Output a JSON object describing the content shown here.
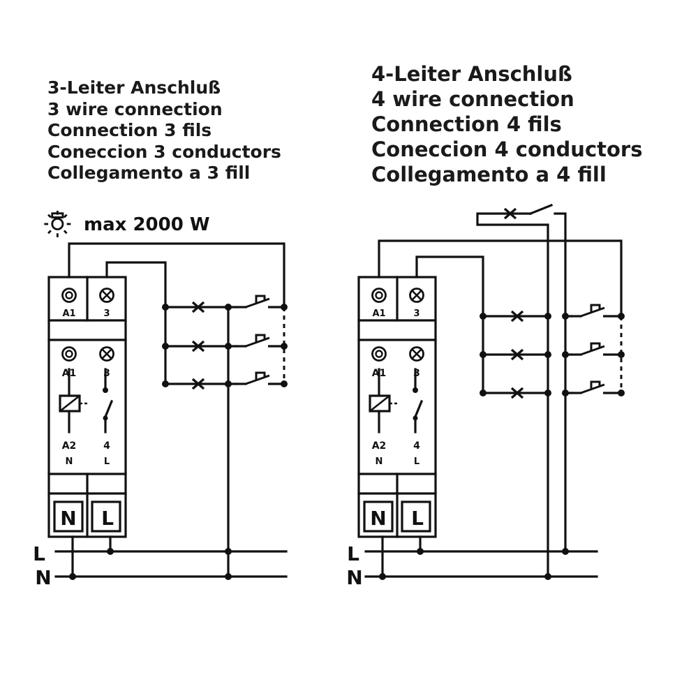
{
  "left_diagram": {
    "titles": [
      "3-Leiter Anschluß",
      "3 wire connection",
      "Connection 3 fils",
      "Coneccion 3 conductors",
      "Collegamento a 3 fill"
    ],
    "power_rating": "max 2000 W",
    "relay": {
      "terminals_top": [
        "A1",
        "3"
      ],
      "inner_top": [
        "A1",
        "3"
      ],
      "inner_bottom": [
        "A2",
        "4"
      ],
      "inner_bottom_sub": [
        "N",
        "L"
      ],
      "base": [
        "N",
        "L"
      ]
    },
    "line_labels": [
      "L",
      "N"
    ]
  },
  "right_diagram": {
    "titles": [
      "4-Leiter Anschluß",
      "4 wire connection",
      "Connection 4 fils",
      "Coneccion  4 conductors",
      "Collegamento a 4 fill"
    ],
    "relay": {
      "terminals_top": [
        "A1",
        "3"
      ],
      "inner_top": [
        "A1",
        "3"
      ],
      "inner_bottom": [
        "A2",
        "4"
      ],
      "inner_bottom_sub": [
        "N",
        "L"
      ],
      "base": [
        "N",
        "L"
      ]
    },
    "line_labels": [
      "L",
      "N"
    ]
  },
  "icons": {
    "lamp": "lamp-sun-icon",
    "push_button": "push-button-icon",
    "lamp_cross": "lamp-cross-icon",
    "terminal": "terminal-screw-icon"
  }
}
